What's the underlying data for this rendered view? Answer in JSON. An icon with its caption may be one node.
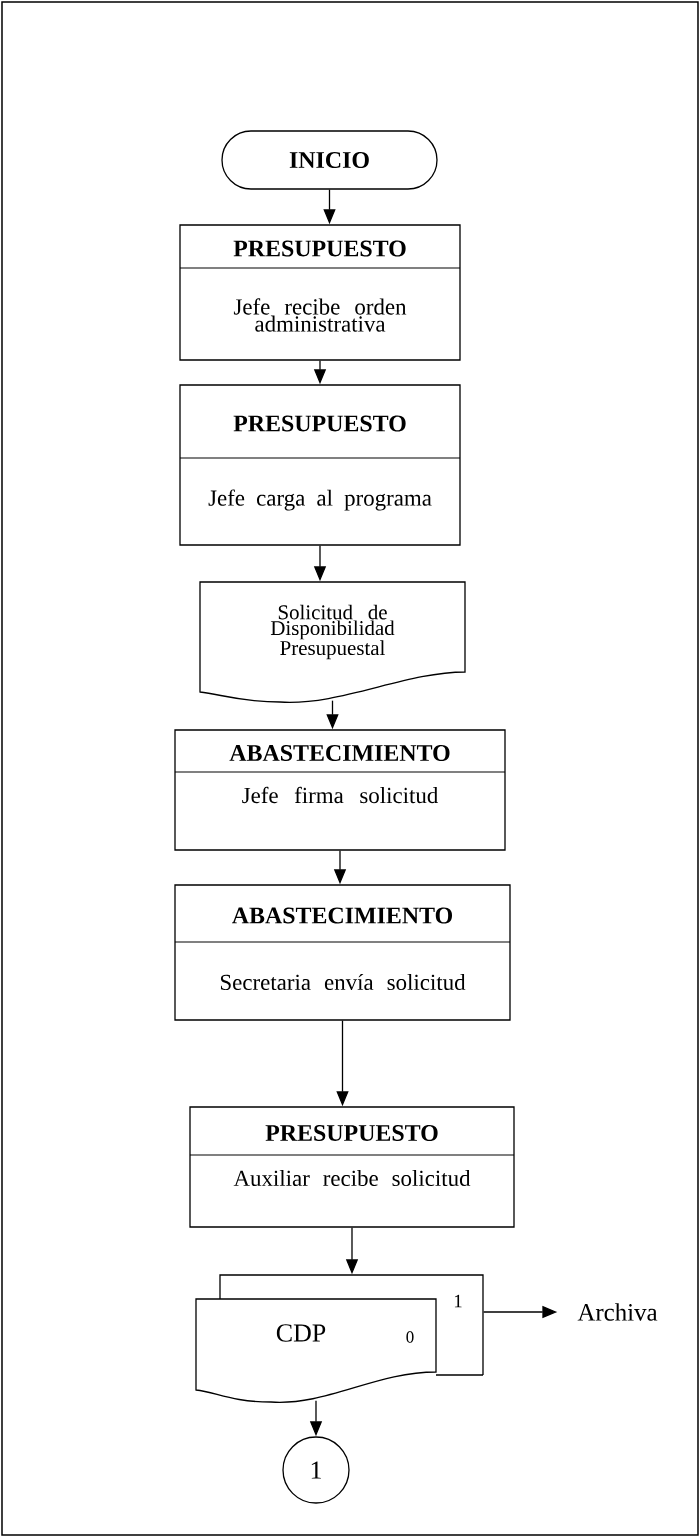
{
  "diagram": {
    "nodes": [
      {
        "text": [
          "INICIO"
        ]
      },
      {
        "text": [
          "PRESUPUESTO",
          "Jefe recibe orden administrativa"
        ]
      },
      {
        "text": [
          "PRESUPUESTO",
          "Jefe carga al programa"
        ]
      },
      {
        "text": [
          "Solicitud de Disponibilidad Presupuestal"
        ]
      },
      {
        "text": [
          "ABASTECIMIENTO",
          "Jefe firma solicitud"
        ]
      },
      {
        "text": [
          "ABASTECIMIENTO",
          "Secretaria envía solicitud"
        ]
      },
      {
        "text": [
          "PRESUPUESTO",
          "Auxiliar recibe solicitud"
        ]
      },
      {
        "text": [
          "CDP",
          "0",
          "1"
        ]
      },
      {
        "text": [
          "Archiva"
        ]
      },
      {
        "text": [
          "1"
        ]
      }
    ],
    "edges": [
      {
        "from": 0,
        "to": 1,
        "arrow": "to"
      },
      {
        "from": 1,
        "to": 2,
        "arrow": "to"
      },
      {
        "from": 2,
        "to": 3,
        "arrow": "to"
      },
      {
        "from": 3,
        "to": 4,
        "arrow": "to"
      },
      {
        "from": 4,
        "to": 5,
        "arrow": "to"
      },
      {
        "from": 5,
        "to": 6,
        "arrow": "to"
      },
      {
        "from": 6,
        "to": 7,
        "arrow": "to"
      },
      {
        "from": 7,
        "to": 8,
        "arrow": "to"
      },
      {
        "from": 7,
        "to": 9,
        "arrow": "to"
      }
    ]
  }
}
